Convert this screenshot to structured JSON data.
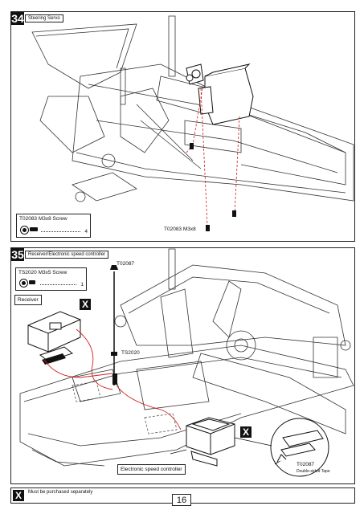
{
  "step34": {
    "number": "34",
    "title": "Steering Servo",
    "part": {
      "name": "T02083  M3x8 Screw",
      "qty": "4"
    },
    "callout": "T02083  M3x8"
  },
  "step35": {
    "number": "35",
    "title": "Receiver/Electronic speed controller",
    "part": {
      "name": "TS2020  M3x5 Screw",
      "qty": "1"
    },
    "receiver_label": "Receiver",
    "esc_label": "Electronic speed controller",
    "callout_t02087": "T02087",
    "callout_ts2020": "TS2020",
    "tape_code": "T02087",
    "tape_desc": "Double-sided Tape",
    "x_mark": "X"
  },
  "footer": {
    "x_mark": "X",
    "note": "Must be purchased separately",
    "page": "16"
  },
  "colors": {
    "wire": "#d21f1f",
    "ink": "#111111"
  }
}
